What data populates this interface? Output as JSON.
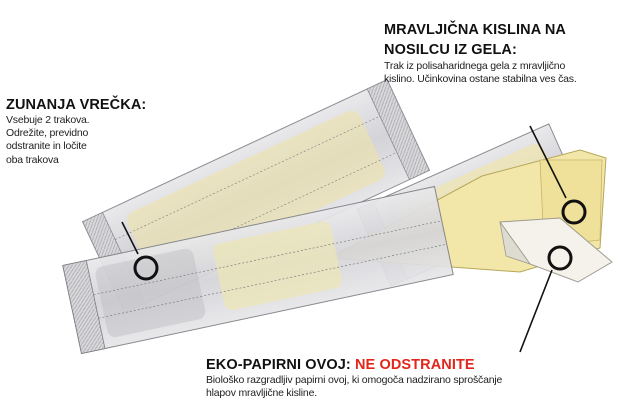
{
  "labels": {
    "outer_pouch": {
      "title": "ZUNANJA VREČKA:",
      "lines": [
        "Vsebuje 2 trakova.",
        "Odrežite, previdno",
        "odstranite in ločite",
        "oba trakova"
      ]
    },
    "gel_strip": {
      "title_lines": [
        "MRAVLJIČNA KISLINA NA",
        "NOSILCU IZ GELA:"
      ],
      "lines": [
        "Trak iz polisaharidnega gela z mravljično",
        "kislino. Učinkovina ostane stabilna ves čas."
      ]
    },
    "eco_wrap": {
      "title": "EKO-PAPIRNI OVOJ: ",
      "warning": "NE ODSTRANITE",
      "lines": [
        "Biološko razgradljiv papirni ovoj, ki omogoča nadzirano sproščanje",
        "hlapov mravljične kisline."
      ]
    }
  },
  "colors": {
    "warning": "#e3261c",
    "gel": "#f2e7a8",
    "pouch_film": "#cfcfd2",
    "pouch_edge": "#9a9aa0",
    "paper": "#ece9df"
  }
}
